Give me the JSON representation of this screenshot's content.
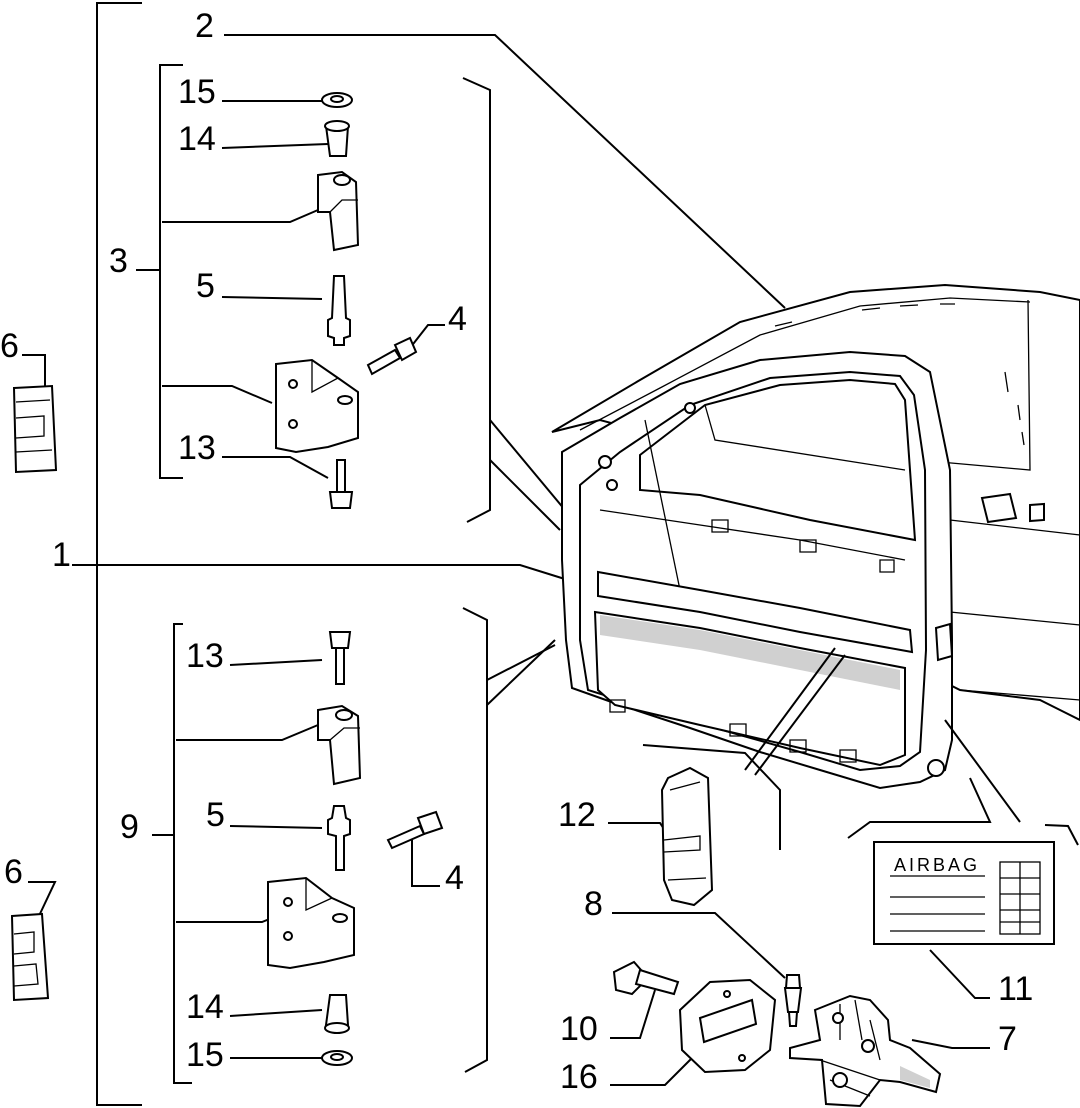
{
  "callouts": {
    "c1": "1",
    "c2": "2",
    "c3": "3",
    "c4a": "4",
    "c4b": "4",
    "c5a": "5",
    "c5b": "5",
    "c6a": "6",
    "c6b": "6",
    "c7": "7",
    "c8": "8",
    "c9": "9",
    "c10": "10",
    "c11": "11",
    "c12": "12",
    "c13a": "13",
    "c13b": "13",
    "c14a": "14",
    "c14b": "14",
    "c15a": "15",
    "c15b": "15",
    "c16": "16"
  },
  "airbag_label": {
    "title": "AIRBAG"
  }
}
